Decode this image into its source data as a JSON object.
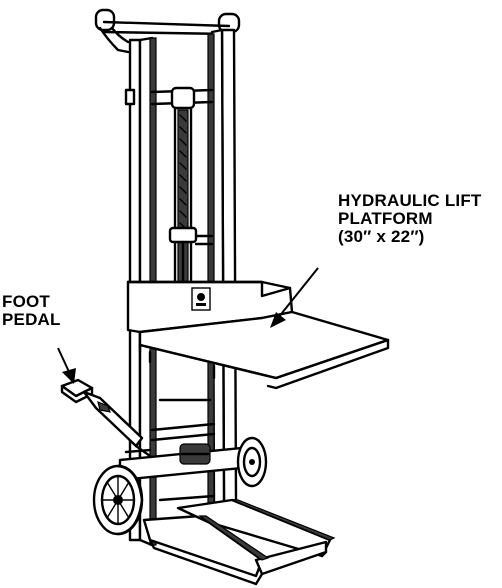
{
  "labels": {
    "platform": {
      "line1": "HYDRAULIC LIFT",
      "line2": "PLATFORM",
      "line3": "(30″ x 22″)"
    },
    "foot_pedal": {
      "line1": "FOOT",
      "line2": "PEDAL"
    }
  },
  "colors": {
    "ink": "#000000",
    "paper": "#ffffff",
    "shade": "#3a3a3a"
  },
  "icons": {
    "platform_arrow": "arrow-down-left",
    "pedal_arrow": "arrow-down-right",
    "warning_decal": "warning-label-icon"
  }
}
